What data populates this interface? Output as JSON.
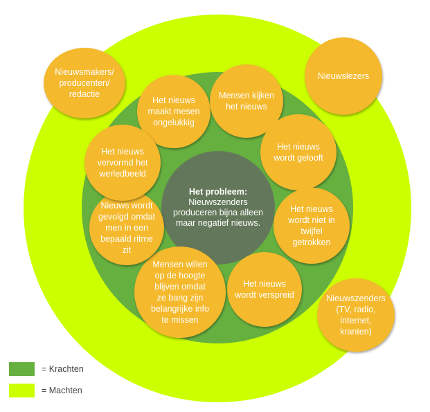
{
  "center": {
    "title": "Het probleem:",
    "text": "Nieuwszenders produceren bijna alleen maar negatief nieuws."
  },
  "forces": [
    "Het nieuws\nmaakt mesen\nongelukkig",
    "Mensen kijken\nhet nieuws",
    "Het nieuws\nwordt gelooft",
    "Het nieuws\nwordt niet in\ntwijfel\ngetrokken",
    "Het nieuws\nwordt verspreid",
    "Mensen willen\nop de hoogte\nblijven omdat\nze bang zijn\nbelangrijke info\nte missen",
    "Nieuws wordt\ngevolgd omdat\nmen in een\nbepaald ritme\nzit",
    "Het nieuws\nvervormd het\nwerledbeeld"
  ],
  "powers": [
    "Nieuwsmakers/\nproducenten/\nredactie",
    "Nieuwslezers",
    "Nieuwszenders\n(TV, radio,\ninternet,\nkranten)"
  ],
  "legend": [
    {
      "label": "= Krachten",
      "color": "#66b040"
    },
    {
      "label": "= Machten",
      "color": "#ccff00"
    }
  ]
}
